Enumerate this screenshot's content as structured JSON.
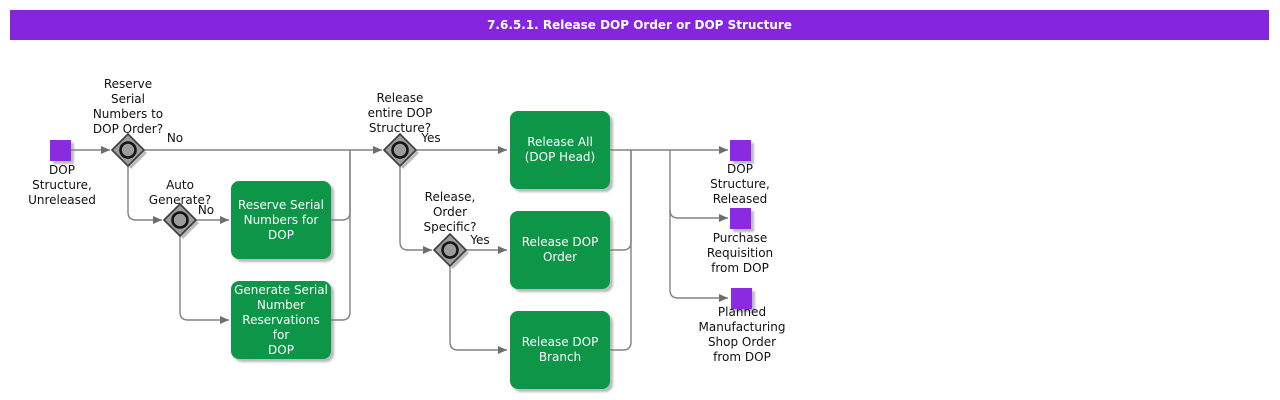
{
  "title": "7.6.5.1. Release DOP Order or DOP Structure",
  "colors": {
    "title_bar": "#8526DE",
    "event_square": "#8A2BE2",
    "activity_box": "#0D9648",
    "connector_line": "#828282",
    "decision_fill": "#9C9C9C"
  },
  "nodes": {
    "input_event": {
      "label": "DOP\nStructure,\nUnreleased"
    },
    "decision_reserve_serial": {
      "label": "Reserve\nSerial\nNumbers to\nDOP Order?"
    },
    "decision_auto_generate": {
      "label": "Auto\nGenerate?"
    },
    "decision_release_entire": {
      "label": "Release\nentire DOP\nStructure?"
    },
    "decision_order_specific": {
      "label": "Release,\nOrder\nSpecific?"
    },
    "activity_reserve_serial": {
      "label": "Reserve Serial\nNumbers for\nDOP"
    },
    "activity_generate_serial": {
      "label": "Generate Serial\nNumber\nReservations for\nDOP"
    },
    "activity_release_all": {
      "label": "Release All\n(DOP Head)"
    },
    "activity_release_dop_order": {
      "label": "Release DOP\nOrder"
    },
    "activity_release_dop_branch": {
      "label": "Release DOP\nBranch"
    },
    "output_dop_structure_released": {
      "label": "DOP\nStructure,\nReleased"
    },
    "output_purchase_requisition": {
      "label": "Purchase\nRequisition\nfrom DOP"
    },
    "output_planned_mfg_shop_order": {
      "label": "Planned\nManufacturing\nShop Order\nfrom DOP"
    }
  },
  "edge_labels": {
    "reserve_no": "No",
    "auto_generate_no": "No",
    "release_entire_yes": "Yes",
    "order_specific_yes": "Yes"
  }
}
